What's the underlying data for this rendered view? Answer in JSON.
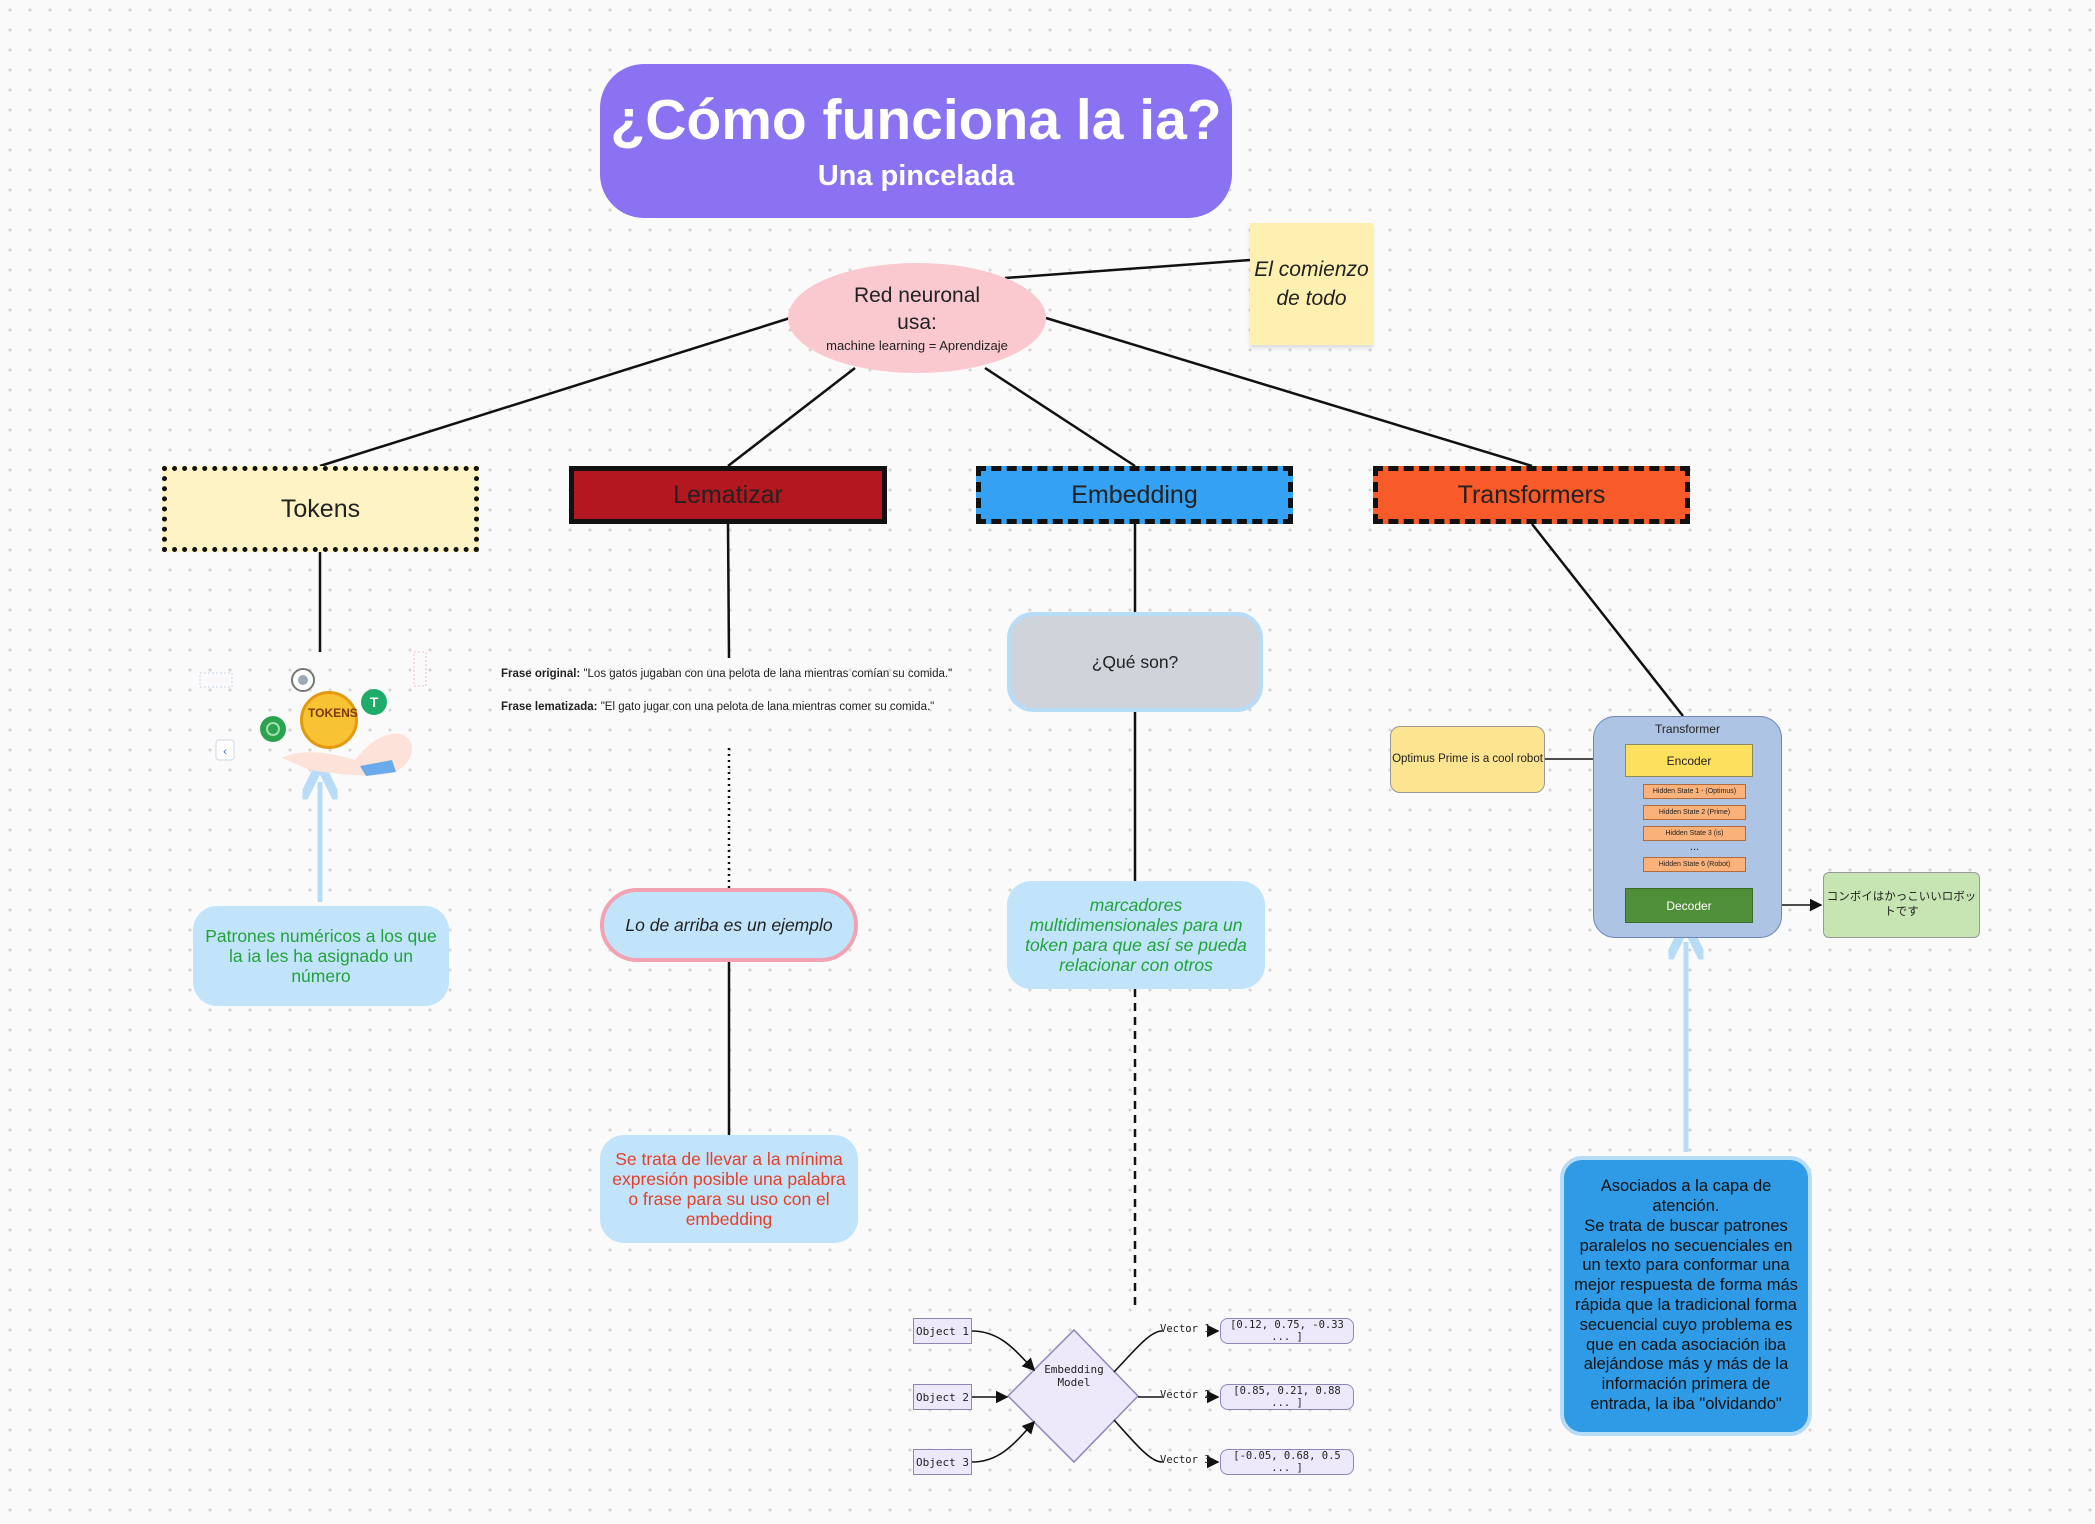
{
  "title": {
    "main": "¿Cómo funciona la ia?",
    "subtitle": "Una pincelada"
  },
  "sticky_note": "El comienzo de todo",
  "center_node": {
    "line1": "Red neuronal usa:",
    "line2": "machine learning = Aprendizaje"
  },
  "categories": {
    "tokens": "Tokens",
    "lematizar": "Lematizar",
    "embedding": "Embedding",
    "transformers": "Transformers"
  },
  "tokens": {
    "coin_label": "TOKENS",
    "description": "Patrones numéricos a los que la ia les ha asignado un número"
  },
  "lematizar": {
    "original_label": "Frase original:",
    "original_text": " \"Los gatos jugaban con una pelota de lana mientras comían su comida.\"",
    "lemmatized_label": "Frase lematizada:",
    "lemmatized_text": " \"El gato jugar con una pelota de lana mientras comer su comida.\"",
    "example_note": "Lo de arriba es un ejemplo",
    "definition": "Se trata de llevar a la mínima expresión posible una palabra o frase para su uso con el embedding"
  },
  "embedding": {
    "question": "¿Qué son?",
    "answer": "marcadores multidimensionales para un token para que así se pueda relacionar con otros",
    "diagram": {
      "objects": [
        "Object 1",
        "Object 2",
        "Object 3"
      ],
      "model": "Embedding Model",
      "vector_labels": [
        "Vector 1",
        "Vector 2",
        "Vector 3"
      ],
      "vectors": [
        "[0.12, 0.75, -0.33 ... ]",
        "[0.85, 0.21, 0.88 ... ]",
        "[-0.05, 0.68, 0.5 ... ]"
      ]
    }
  },
  "transformers": {
    "diagram": {
      "input": "Optimus Prime is a cool robot",
      "title": "Transformer",
      "encoder": "Encoder",
      "hidden_states": [
        "Hidden State 1 - (Optimus)",
        "Hidden State 2 (Prime)",
        "Hidden State 3 (is)",
        "Hidden State 6 (Robot)"
      ],
      "ellipsis": "...",
      "decoder": "Decoder",
      "output": "コンボイはかっこいいロボットです"
    },
    "description": "Asociados a la capa de atención.\nSe trata de buscar patrones paralelos no secuenciales en un texto para conformar una mejor respuesta de forma más rápida que la tradicional forma secuencial cuyo problema es que en cada asociación iba alejándose más y más de la información primera de entrada, la iba \"olvidando\""
  },
  "colors": {
    "title_bg": "#8b72f2",
    "oval_bg": "#f9c9cf",
    "tokens_bg": "#fdf3c4",
    "lematizar_bg": "#b3171f",
    "embedding_bg": "#35a1f4",
    "transformers_bg": "#f85a2a",
    "bubble_bg": "#c2e4fb",
    "green_text": "#22a23a",
    "red_text": "#e3402a"
  }
}
